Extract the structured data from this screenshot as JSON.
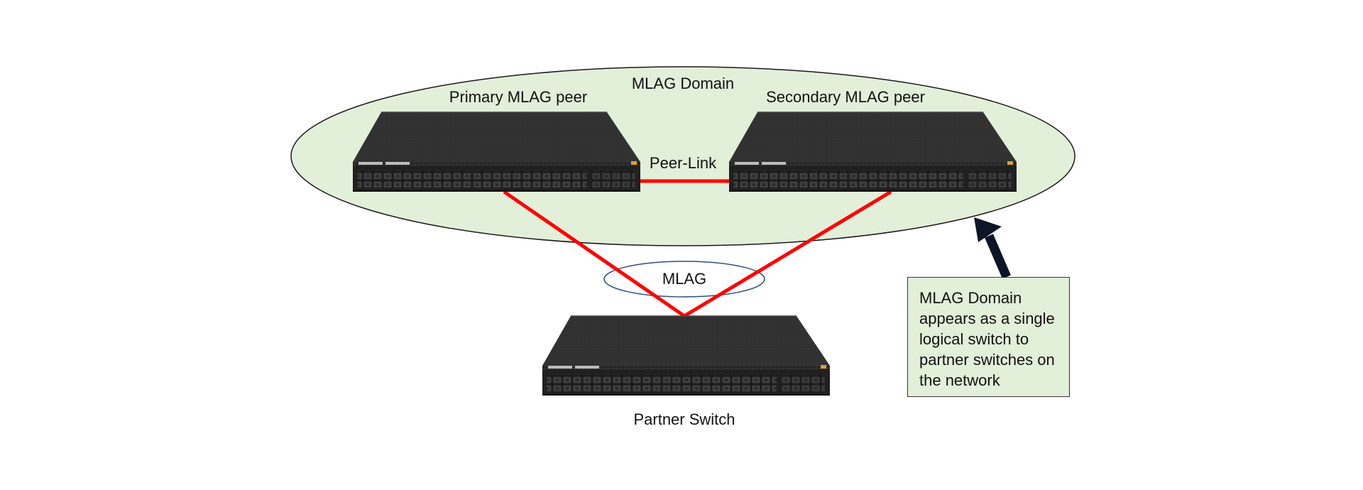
{
  "labels": {
    "domain": "MLAG Domain",
    "primary_peer": "Primary MLAG peer",
    "secondary_peer": "Secondary MLAG peer",
    "peer_link": "Peer-Link",
    "mlag": "MLAG",
    "partner_switch": "Partner Switch"
  },
  "callout": {
    "text": "MLAG Domain\nappears as a single\nlogical switch to\npartner switches on\nthe network"
  },
  "colors": {
    "domain_fill": "#e2efd9",
    "link": "#ff0000",
    "switch_body": "#2e2e2e",
    "arrow": "#0d1626"
  },
  "icons": {
    "switch": "network-switch-icon",
    "arrow": "arrow-icon"
  }
}
